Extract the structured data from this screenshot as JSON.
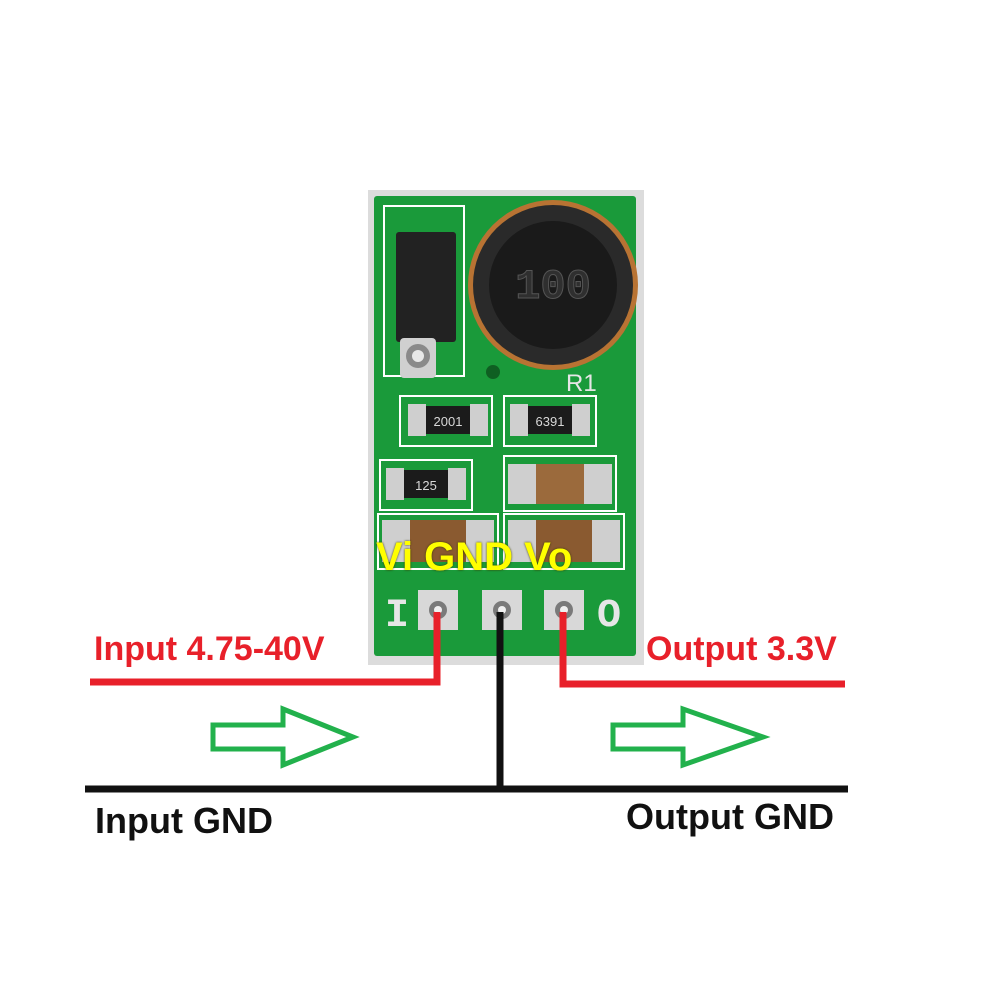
{
  "pcb": {
    "inductor_marking": "100",
    "resistor_ref": "R1",
    "resistor_a_marking": "2001",
    "resistor_b_marking": "6391",
    "resistor_c_marking": "125",
    "silk_input_mark": "I",
    "silk_output_mark": "O",
    "pin_labels": "Vi GND Vo"
  },
  "labels": {
    "input_voltage": "Input 4.75-40V",
    "output_voltage": "Output 3.3V",
    "input_gnd": "Input GND",
    "output_gnd": "Output GND"
  },
  "colors": {
    "pcb_green": "#1a9a3a",
    "voltage_wire": "#e8202a",
    "ground_wire": "#111111",
    "arrow": "#22b14c",
    "pin_label": "#ffff00"
  },
  "arrows": [
    {
      "name": "input-flow-arrow",
      "direction": "right"
    },
    {
      "name": "output-flow-arrow",
      "direction": "right"
    }
  ]
}
